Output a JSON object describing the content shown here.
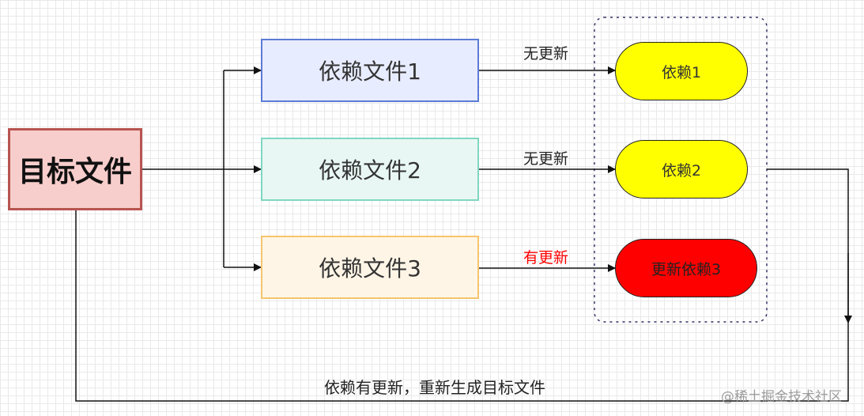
{
  "diagram": {
    "target_file": "目标文件",
    "dependency_files": [
      "依赖文件1",
      "依赖文件2",
      "依赖文件3"
    ],
    "edge_labels": [
      "无更新",
      "无更新",
      "有更新"
    ],
    "dependencies": [
      "依赖1",
      "依赖2",
      "更新依赖3"
    ],
    "bottom_label": "依赖有更新，重新生成目标文件",
    "watermark": "@稀土掘金技术社区"
  },
  "colors": {
    "updated_label": "#ff0000",
    "unchanged_dependency_fill": "#ffff00",
    "updated_dependency_fill": "#ff0000"
  }
}
